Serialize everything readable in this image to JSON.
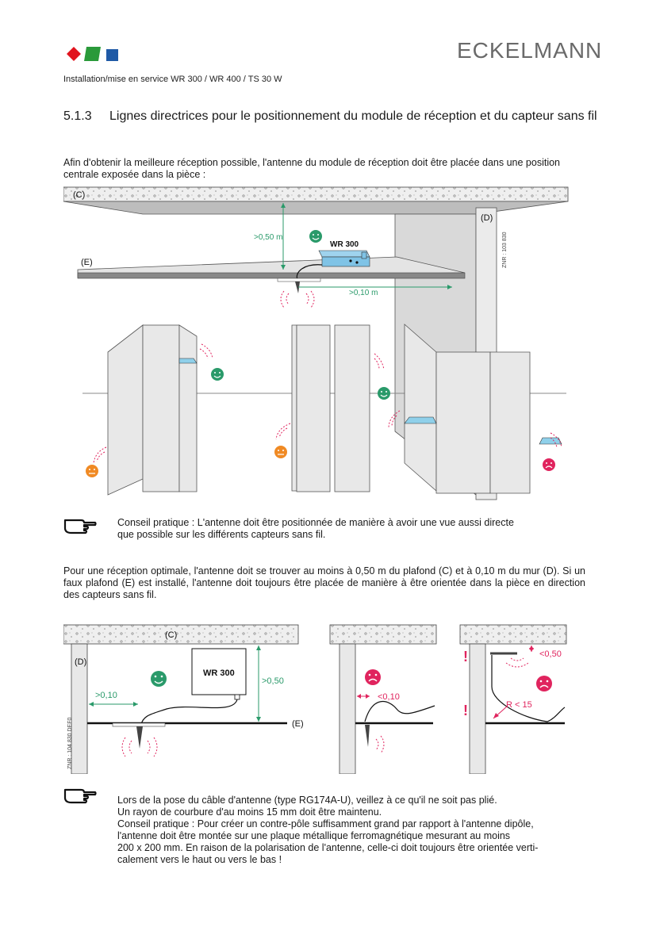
{
  "header": {
    "brand": "ECKELMANN",
    "subtitle": "Installation/mise en service WR 300 / WR 400 / TS 30 W",
    "logo_colors": [
      "#e1141e",
      "#2a9a3a",
      "#1f5aa6"
    ]
  },
  "section": {
    "number": "5.1.3",
    "title": "Lignes directrices pour le positionnement du module de réception et du capteur sans fil"
  },
  "intro": "Afin d'obtenir la meilleure réception possible, l'antenne du module de réception doit être placée dans une position centrale exposée dans la pièce :",
  "figure1": {
    "ceiling_label": "(C)",
    "wall_label": "(D)",
    "false_ceiling_label": "(E)",
    "device_label": "WR 300",
    "dist_ceiling": ">0,50 m",
    "dist_wall": ">0,10 m",
    "ref_code": "ZNR : 103 830"
  },
  "tip1": {
    "lines": [
      "Conseil pratique : L'antenne doit être positionnée de manière à avoir une vue aussi directe",
      "que possible sur les différents capteurs sans fil."
    ]
  },
  "para2": "Pour une réception optimale, l'antenne doit se trouver au moins à 0,50 m du plafond (C) et à 0,10 m du mur (D). Si un faux plafond (E) est installé, l'antenne doit toujours être placée de manière à être orientée dans la pièce en direction des capteurs sans fil.",
  "figure2": {
    "ceiling_label": "(C)",
    "wall_label": "(D)",
    "false_ceiling_label": "(E)",
    "device_label": "WR 300",
    "dist_ceiling": ">0,50",
    "dist_wall": ">0,10",
    "bad_wall": "<0,10",
    "bad_ceiling": "<0,50",
    "bend_radius": "R < 15",
    "ref_code": "ZNR : 104 830 DEF0"
  },
  "tip2": {
    "lines": [
      "Lors de la pose du câble d'antenne (type RG174A-U), veillez à ce qu'il ne soit pas plié.",
      "Un rayon de courbure d'au moins 15 mm doit être maintenu.",
      "Conseil pratique : Pour créer un contre-pôle suffisamment grand par rapport à l'antenne dipôle,",
      "l'antenne doit être montée sur une plaque métallique ferromagnétique mesurant au moins",
      "200 x 200 mm. En raison de la polarisation de l'antenne, celle-ci doit toujours être orientée verti-",
      "calement vers le haut ou vers le bas !"
    ]
  },
  "colors": {
    "good": "#2a9a6a",
    "neutral": "#f08a24",
    "bad": "#e0245e",
    "dimension": "#2a9a6a",
    "warning": "#e0245e"
  }
}
